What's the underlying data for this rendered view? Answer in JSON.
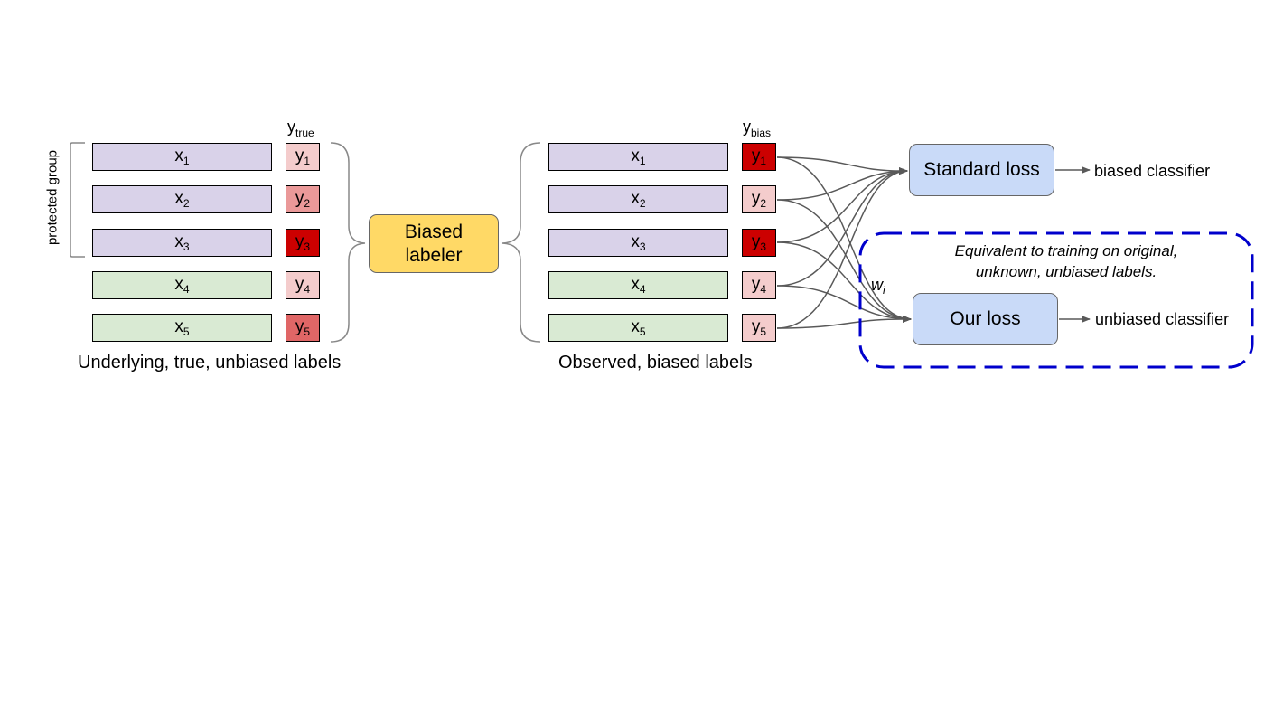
{
  "left_panel": {
    "header_symbol": "y",
    "header_sub": "true",
    "side_label": "protected group",
    "caption": "Underlying, true, unbiased labels",
    "rows": [
      {
        "x": "x",
        "x_sub": "1",
        "y": "y",
        "y_sub": "1",
        "group": "protected",
        "y_color": "#f4cccc"
      },
      {
        "x": "x",
        "x_sub": "2",
        "y": "y",
        "y_sub": "2",
        "group": "protected",
        "y_color": "#ea9999"
      },
      {
        "x": "x",
        "x_sub": "3",
        "y": "y",
        "y_sub": "3",
        "group": "protected",
        "y_color": "#cc0000"
      },
      {
        "x": "x",
        "x_sub": "4",
        "y": "y",
        "y_sub": "4",
        "group": "other",
        "y_color": "#f4cccc"
      },
      {
        "x": "x",
        "x_sub": "5",
        "y": "y",
        "y_sub": "5",
        "group": "other",
        "y_color": "#e06666"
      }
    ]
  },
  "labeler": {
    "line1": "Biased",
    "line2": "labeler",
    "color": "#ffd966"
  },
  "right_panel": {
    "header_symbol": "y",
    "header_sub": "bias",
    "caption": "Observed, biased labels",
    "rows": [
      {
        "x": "x",
        "x_sub": "1",
        "y": "y",
        "y_sub": "1",
        "group": "protected",
        "y_color": "#cc0000"
      },
      {
        "x": "x",
        "x_sub": "2",
        "y": "y",
        "y_sub": "2",
        "group": "protected",
        "y_color": "#f4cccc"
      },
      {
        "x": "x",
        "x_sub": "3",
        "y": "y",
        "y_sub": "3",
        "group": "protected",
        "y_color": "#cc0000"
      },
      {
        "x": "x",
        "x_sub": "4",
        "y": "y",
        "y_sub": "4",
        "group": "other",
        "y_color": "#f4cccc"
      },
      {
        "x": "x",
        "x_sub": "5",
        "y": "y",
        "y_sub": "5",
        "group": "other",
        "y_color": "#f4cccc"
      }
    ]
  },
  "standard_loss": {
    "label": "Standard loss",
    "output": "biased classifier",
    "color": "#c9daf8"
  },
  "our_loss": {
    "label": "Our loss",
    "output": "unbiased classifier",
    "color": "#c9daf8"
  },
  "weight_label": "w",
  "weight_sub": "i",
  "equivalence_note": {
    "line1": "Equivalent to training on original,",
    "line2": "unknown, unbiased labels.",
    "border_color": "#0000cc"
  },
  "colors": {
    "purple_row": "#d9d2e9",
    "green_row": "#d9ead3",
    "line": "#595959"
  }
}
